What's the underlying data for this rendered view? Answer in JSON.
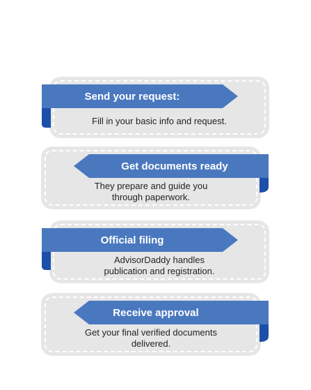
{
  "colors": {
    "ribbon": "#4a78bf",
    "fold": "#1c4fa8",
    "card": "#e6e6e6"
  },
  "steps": [
    {
      "title": "Send your request:",
      "desc_lines": [
        "Fill in your basic info and request."
      ]
    },
    {
      "title": "Get documents ready",
      "desc_lines": [
        "They prepare and guide you",
        "through paperwork."
      ]
    },
    {
      "title": "Official filing",
      "desc_lines": [
        "AdvisorDaddy handles",
        "publication and registration."
      ]
    },
    {
      "title": "Receive approval",
      "desc_lines": [
        "Get your final verified documents",
        "delivered."
      ]
    }
  ]
}
